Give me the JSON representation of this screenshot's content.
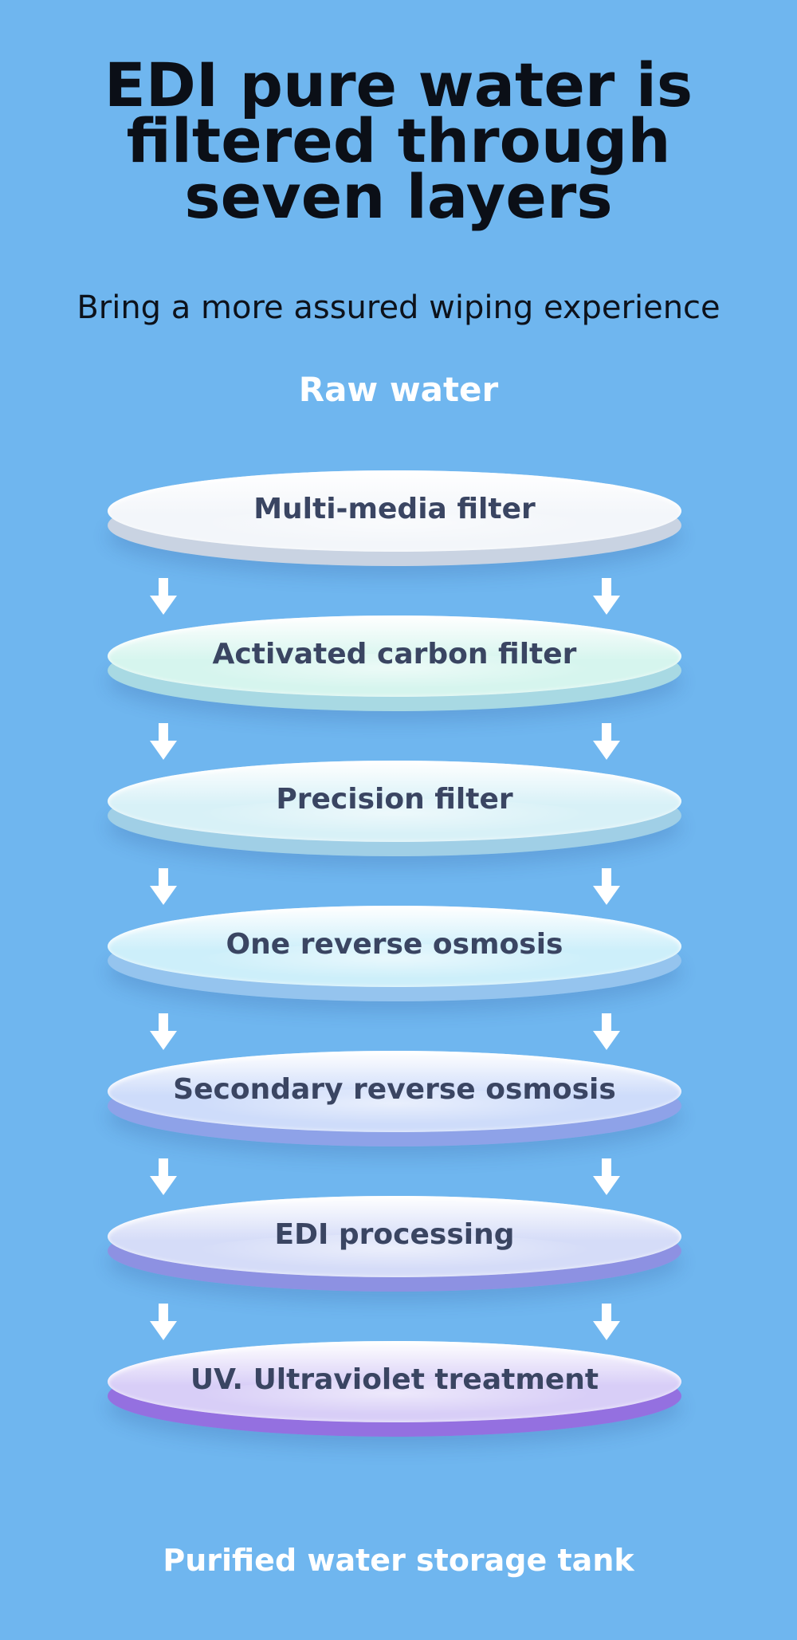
{
  "header": {
    "title_lines": [
      "EDI pure water is",
      "filtered through",
      "seven layers"
    ],
    "subtitle": "Bring a more assured wiping experience"
  },
  "flow": {
    "input_label": "Raw water",
    "output_label": "Purified water storage tank",
    "icon": "down-arrow-icon",
    "layers": [
      {
        "label": "Multi-media filter",
        "top_color": "#F3F6FA",
        "edge_color": "#C9D3E2"
      },
      {
        "label": "Activated carbon filter",
        "top_color": "#D6F5EE",
        "edge_color": "#A8D9E3"
      },
      {
        "label": "Precision filter",
        "top_color": "#D8F1F7",
        "edge_color": "#A0CFE6"
      },
      {
        "label": "One reverse osmosis",
        "top_color": "#CDEFFA",
        "edge_color": "#95C4EE"
      },
      {
        "label": "Secondary reverse osmosis",
        "top_color": "#CEDCFA",
        "edge_color": "#8EA2E8"
      },
      {
        "label": "EDI processing",
        "top_color": "#D5DCF8",
        "edge_color": "#8D91E2"
      },
      {
        "label": "UV. Ultraviolet treatment",
        "top_color": "#D8CEF7",
        "edge_color": "#9470E0"
      }
    ]
  }
}
